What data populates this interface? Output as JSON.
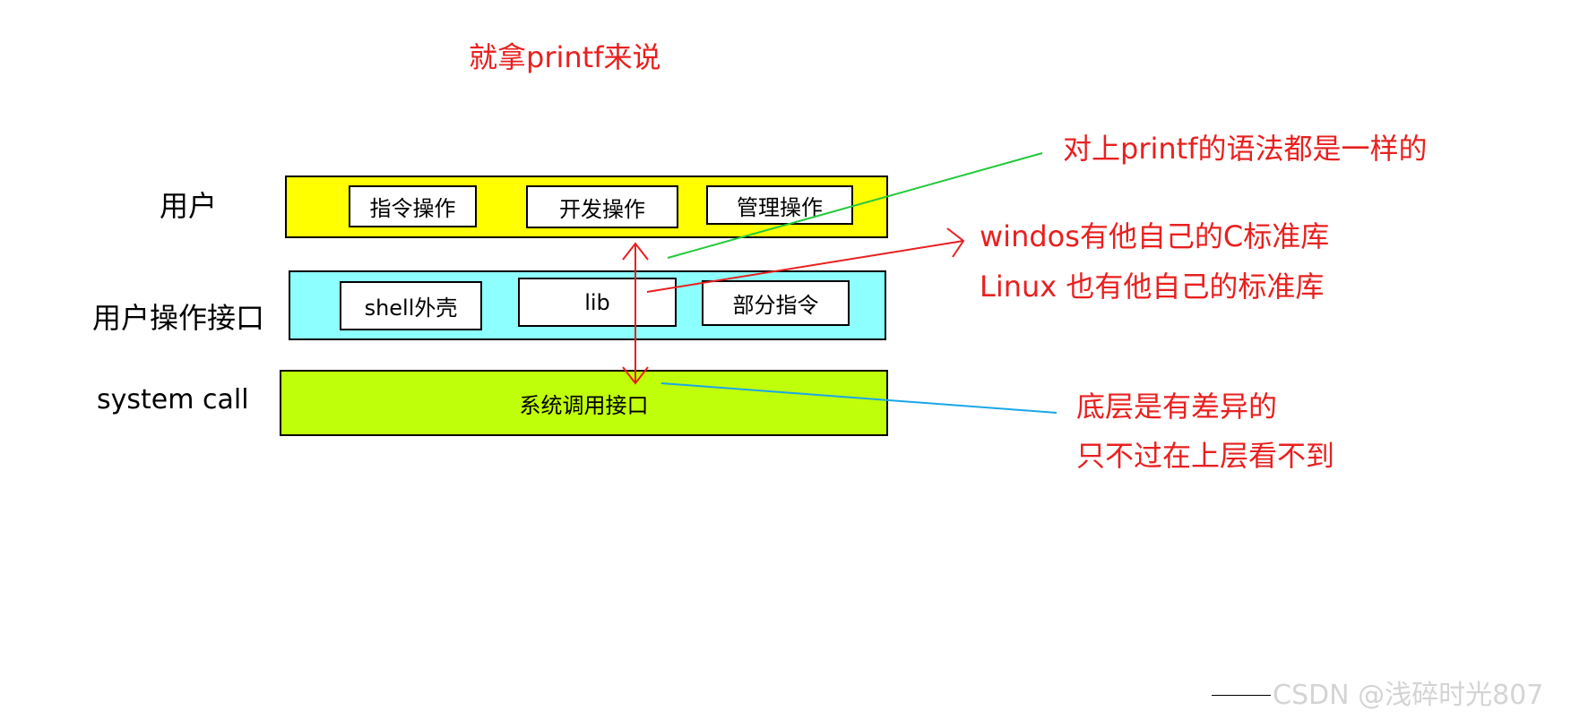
{
  "title": "就拿printf来说",
  "layers": {
    "user": {
      "label": "用户",
      "fill": "#ffff00",
      "boxes": [
        "指令操作",
        "开发操作",
        "管理操作"
      ]
    },
    "interface": {
      "label": "用户操作接口",
      "fill": "#8effff",
      "boxes": [
        "shell外壳",
        "lib",
        "部分指令"
      ]
    },
    "syscall": {
      "label": "system call",
      "fill": "#c0ff0a",
      "text": "系统调用接口"
    }
  },
  "annotations": {
    "same_syntax": "对上printf的语法都是一样的",
    "windows_lib": "windos有他自己的C标准库",
    "linux_lib": "Linux  也有他自己的标准库",
    "bottom_diff": "底层是有差异的",
    "hidden_top": "只不过在上层看不到"
  },
  "colors": {
    "note_text": "#e8201f",
    "green_line": "#22c93a",
    "red_line": "#e8201f",
    "blue_line": "#1aa6e8"
  },
  "watermark": "CSDN @浅碎时光807"
}
